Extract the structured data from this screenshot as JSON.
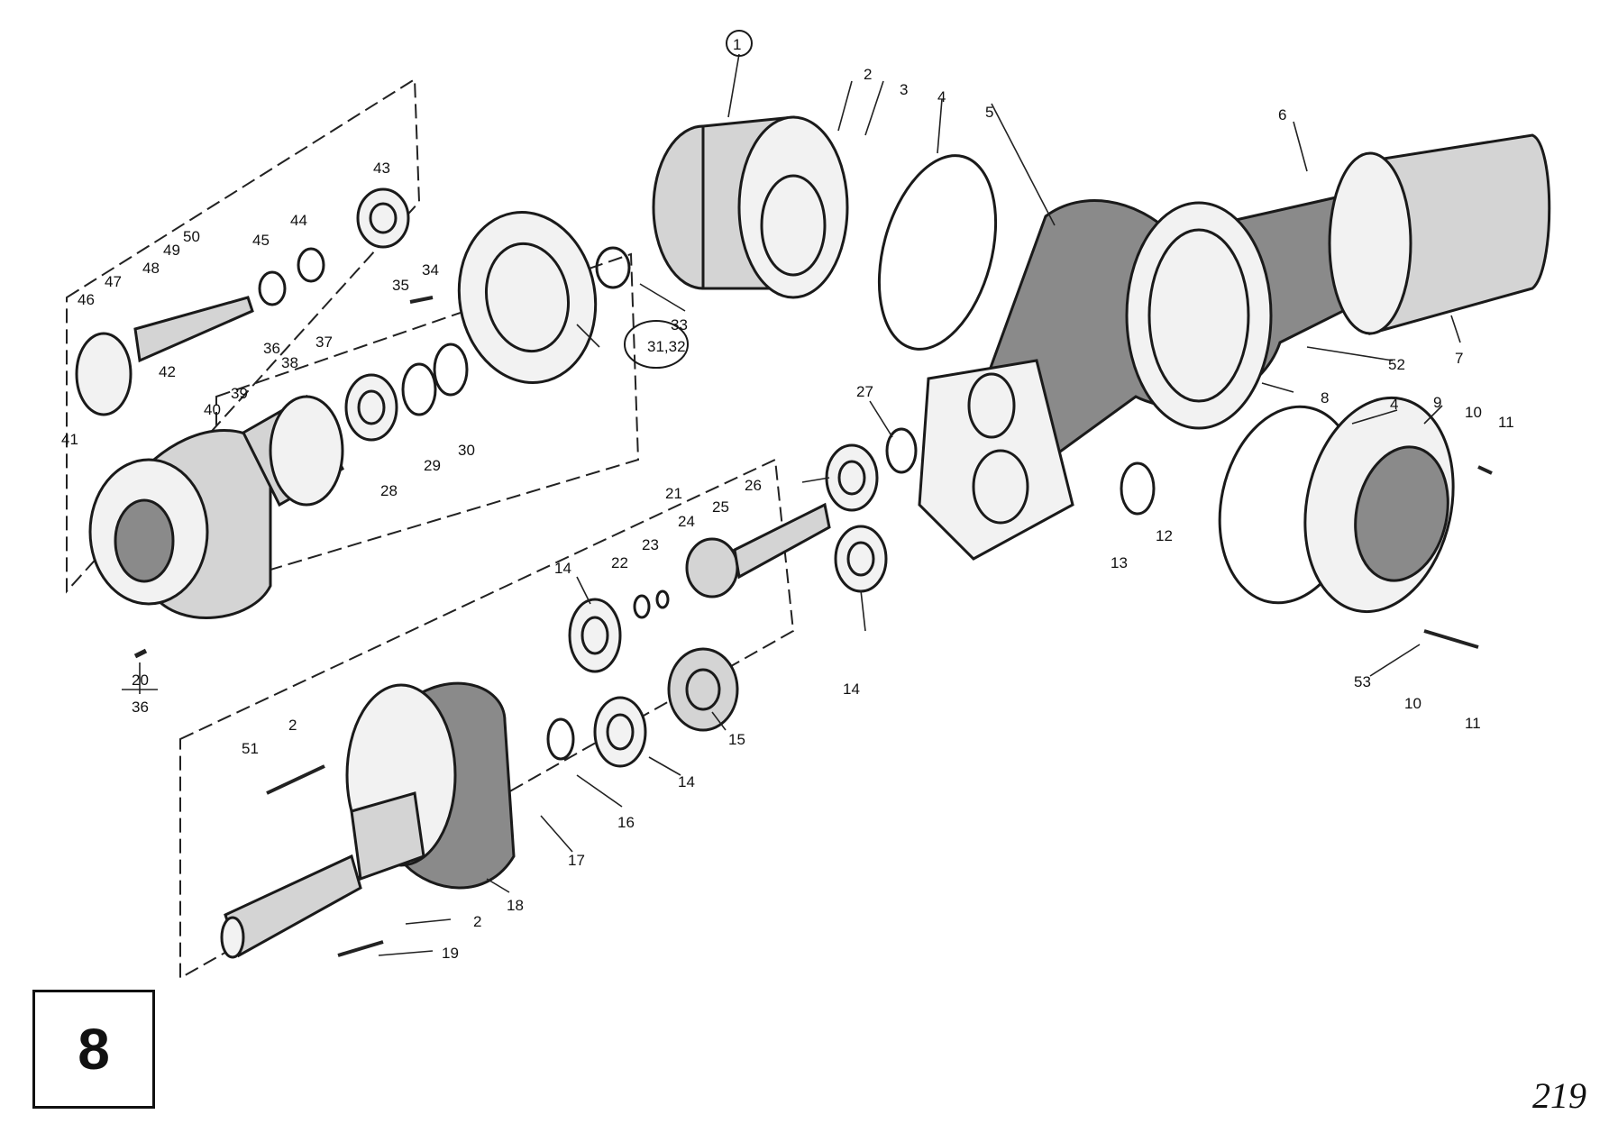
{
  "figure_number": "8",
  "page_number": "219",
  "callouts": [
    "1",
    "2",
    "3",
    "4",
    "5",
    "6",
    "7",
    "52",
    "8",
    "4",
    "9",
    "10",
    "11",
    "53",
    "10",
    "11",
    "12",
    "13",
    "27",
    "26",
    "21",
    "25",
    "24",
    "23",
    "22",
    "14",
    "14",
    "15",
    "14",
    "16",
    "17",
    "18",
    "2",
    "19",
    "51",
    "2",
    "20",
    "36",
    "31,32",
    "33",
    "34",
    "35",
    "43",
    "44",
    "45",
    "50",
    "49",
    "48",
    "47",
    "46",
    "42",
    "41",
    "40",
    "39",
    "36",
    "38",
    "37",
    "28",
    "29",
    "30"
  ]
}
